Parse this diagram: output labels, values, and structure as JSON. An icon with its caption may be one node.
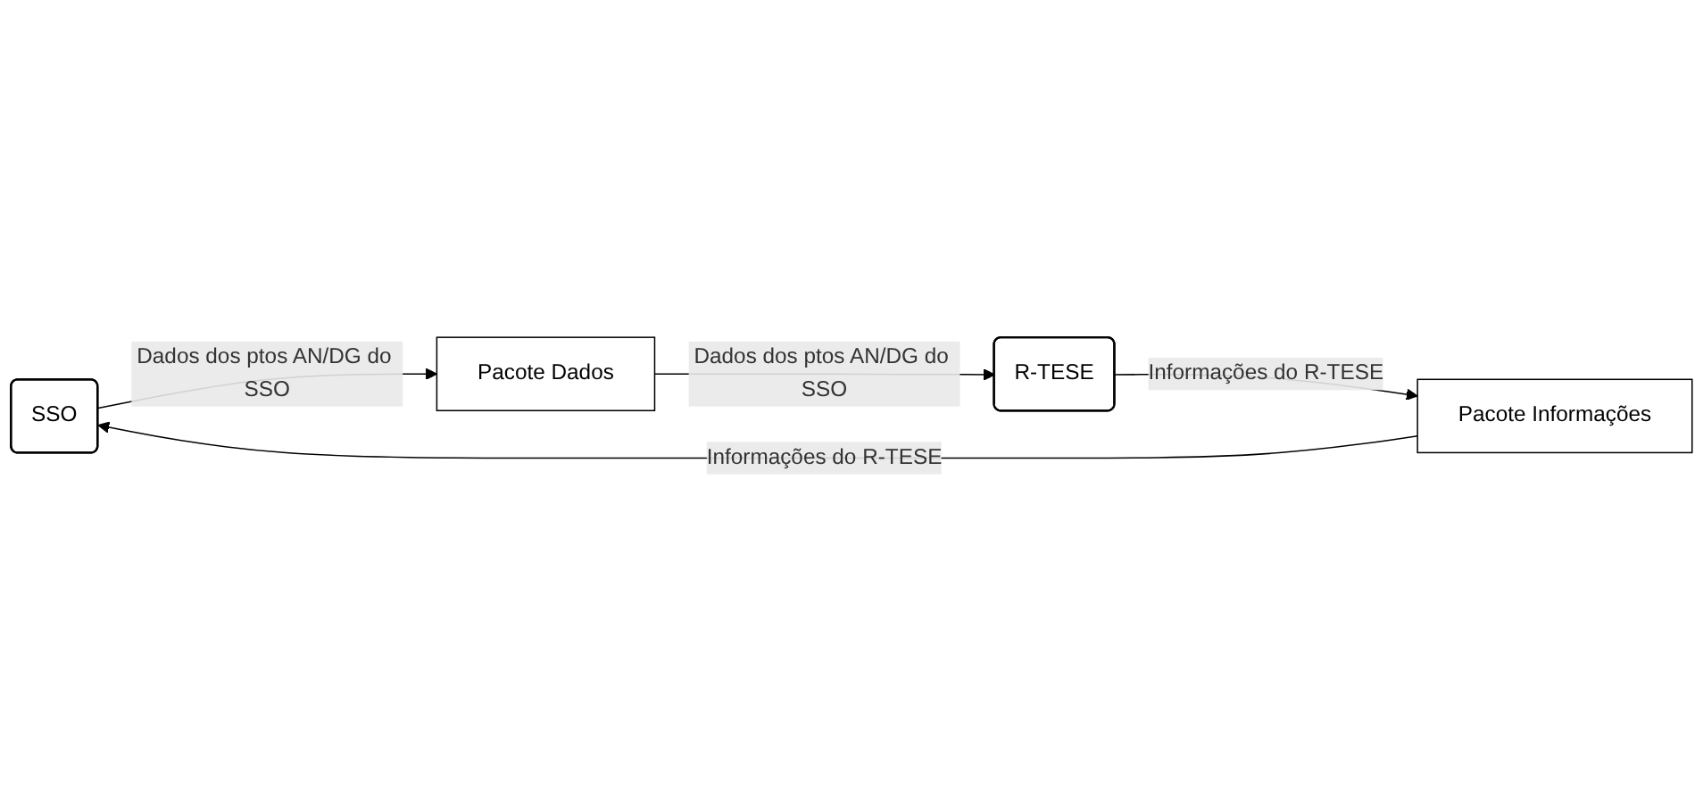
{
  "diagram": {
    "nodes": [
      {
        "text": [
          "SSO"
        ]
      },
      {
        "text": [
          "Pacote Dados"
        ]
      },
      {
        "text": [
          "R-TESE"
        ]
      },
      {
        "text": [
          "Pacote Informações"
        ]
      }
    ],
    "edges": [
      {
        "from": 0,
        "to": 1,
        "arrow": "to",
        "label": "Dados dos ptos AN/DG do SSO"
      },
      {
        "from": 1,
        "to": 2,
        "arrow": "to",
        "label": "Dados dos ptos AN/DG do SSO"
      },
      {
        "from": 2,
        "to": 3,
        "arrow": "to",
        "label": "Informações do R-TESE"
      },
      {
        "from": 3,
        "to": 0,
        "arrow": "to",
        "label": "Informações do R-TESE"
      }
    ]
  }
}
